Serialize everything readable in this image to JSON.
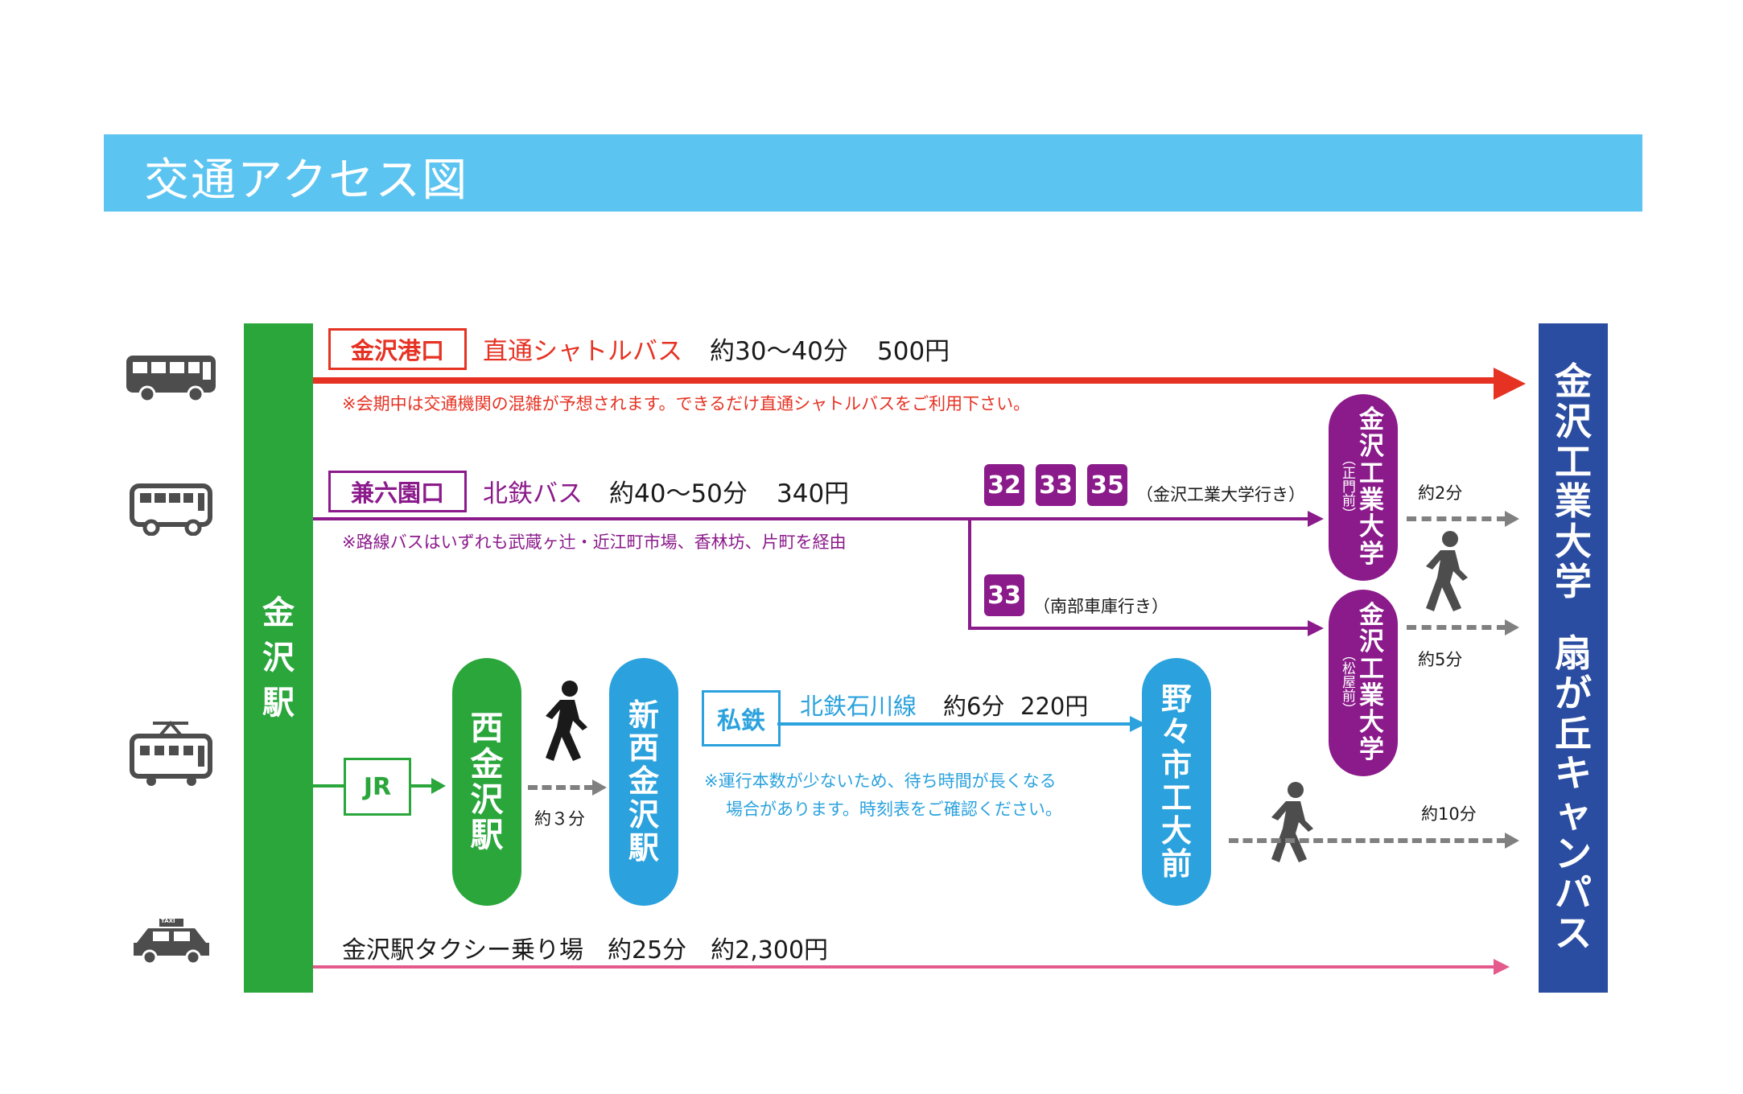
{
  "header": {
    "title": "交通アクセス図"
  },
  "stations": {
    "kanazawa": "金沢駅",
    "nishi_kanazawa": "西金沢駅",
    "shin_nishi_kanazawa": "新西金沢駅",
    "nonoichi_kodaimae": "野々市工大前",
    "kit_main_gate": {
      "name": "金沢工業大学",
      "sub": "（正門前）"
    },
    "kit_matsuya": {
      "name": "金沢工業大学",
      "sub": "（松屋前）"
    },
    "destination": {
      "name": "金沢工業大学",
      "campus": "扇が丘キャンパス"
    }
  },
  "routes": {
    "shuttle": {
      "label": "金沢港口",
      "service": "直通シャトルバス",
      "time": "約30〜40分",
      "fare": "500円",
      "note": "※会期中は交通機関の混雑が予想されます。できるだけ直通シャトルバスをご利用下さい。"
    },
    "hokutetsu_bus": {
      "label": "兼六園口",
      "service": "北鉄バス",
      "time": "約40〜50分",
      "fare": "340円",
      "note": "※路線バスはいずれも武蔵ヶ辻・近江町市場、香林坊、片町を経由",
      "route_numbers_a": [
        "32",
        "33",
        "35"
      ],
      "destination_a": "（金沢工業大学行き）",
      "route_numbers_b": [
        "33"
      ],
      "destination_b": "（南部車庫行き）",
      "walk_a": "約2分",
      "walk_b": "約5分"
    },
    "rail": {
      "jr_label": "JR",
      "walk_transfer": "約３分",
      "private_label": "私鉄",
      "line_name": "北鉄石川線",
      "time": "約6分",
      "fare": "220円",
      "note_line1": "※運行本数が少ないため、待ち時間が長くなる",
      "note_line2": "場合があります。時刻表をご確認ください。",
      "walk_final": "約10分"
    },
    "taxi": {
      "text": "金沢駅タクシー乗り場　約25分　約2,300円",
      "sign": "TAXI"
    }
  },
  "icons": [
    "bus-icon",
    "route-bus-icon",
    "train-icon",
    "taxi-icon",
    "walking-person-icon"
  ],
  "colors": {
    "header": "#5bc4f1",
    "kanazawa_station": "#2aa63b",
    "destination": "#2b4da1",
    "shuttle": "#e63223",
    "hokutetsu_bus": "#8b1a8b",
    "rail_blue": "#2ba2dd",
    "jr_green": "#2aa63b",
    "taxi": "#e55a8c",
    "walk_dash": "#808080"
  }
}
